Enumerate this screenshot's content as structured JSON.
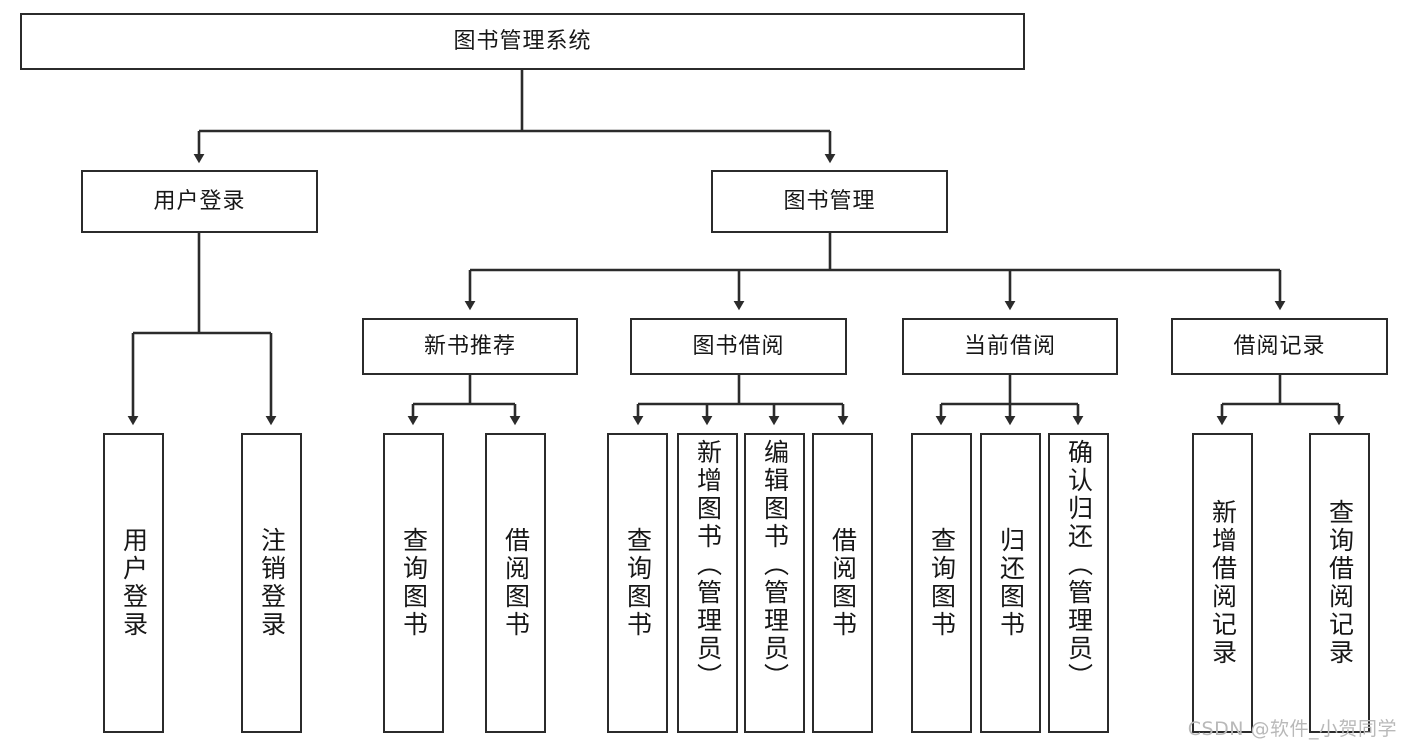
{
  "diagram": {
    "title": "图书管理系统",
    "root": {
      "label": "图书管理系统"
    },
    "level2": [
      {
        "label": "用户登录"
      },
      {
        "label": "图书管理"
      }
    ],
    "level3": [
      {
        "label": "新书推荐"
      },
      {
        "label": "图书借阅"
      },
      {
        "label": "当前借阅"
      },
      {
        "label": "借阅记录"
      }
    ],
    "leaves": {
      "user_login": [
        {
          "label": "用户登录"
        },
        {
          "label": "注销登录"
        }
      ],
      "new_book_rec": [
        {
          "label": "查询图书"
        },
        {
          "label": "借阅图书"
        }
      ],
      "book_borrow": [
        {
          "label": "查询图书"
        },
        {
          "label": "新增图书（管理员）"
        },
        {
          "label": "编辑图书（管理员）"
        },
        {
          "label": "借阅图书"
        }
      ],
      "current_borrow": [
        {
          "label": "查询图书"
        },
        {
          "label": "归还图书"
        },
        {
          "label": "确认归还（管理员）"
        }
      ],
      "borrow_record": [
        {
          "label": "新增借阅记录"
        },
        {
          "label": "查询借阅记录"
        }
      ]
    },
    "watermark": "CSDN @软件_小贺同学",
    "colors": {
      "stroke": "#2b2b2b",
      "text": "#171717",
      "background": "#ffffff",
      "watermark": "#b9b9b9"
    }
  }
}
